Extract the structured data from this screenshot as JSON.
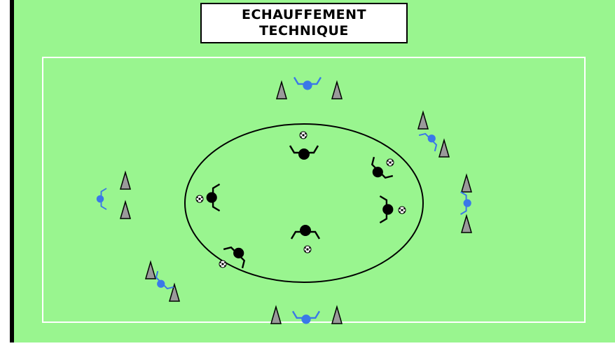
{
  "title": {
    "line1": "ECHAUFFEMENT",
    "line2": "TECHNIQUE"
  },
  "colors": {
    "field": "#99f58f",
    "field_lines": "#ffffff",
    "border_left": "#000000",
    "circle_line": "#000000",
    "players_center": "#000000",
    "players_outside": "#3a78e8",
    "cones": "#9a9a9a"
  },
  "icons": {
    "cone": "cone-icon",
    "ball": "ball-icon",
    "player_center": "player-black-icon",
    "player_outside": "player-blue-icon"
  },
  "counts": {
    "players_in_circle": 6,
    "balls": 6,
    "players_outside": 6,
    "cones": 12
  }
}
